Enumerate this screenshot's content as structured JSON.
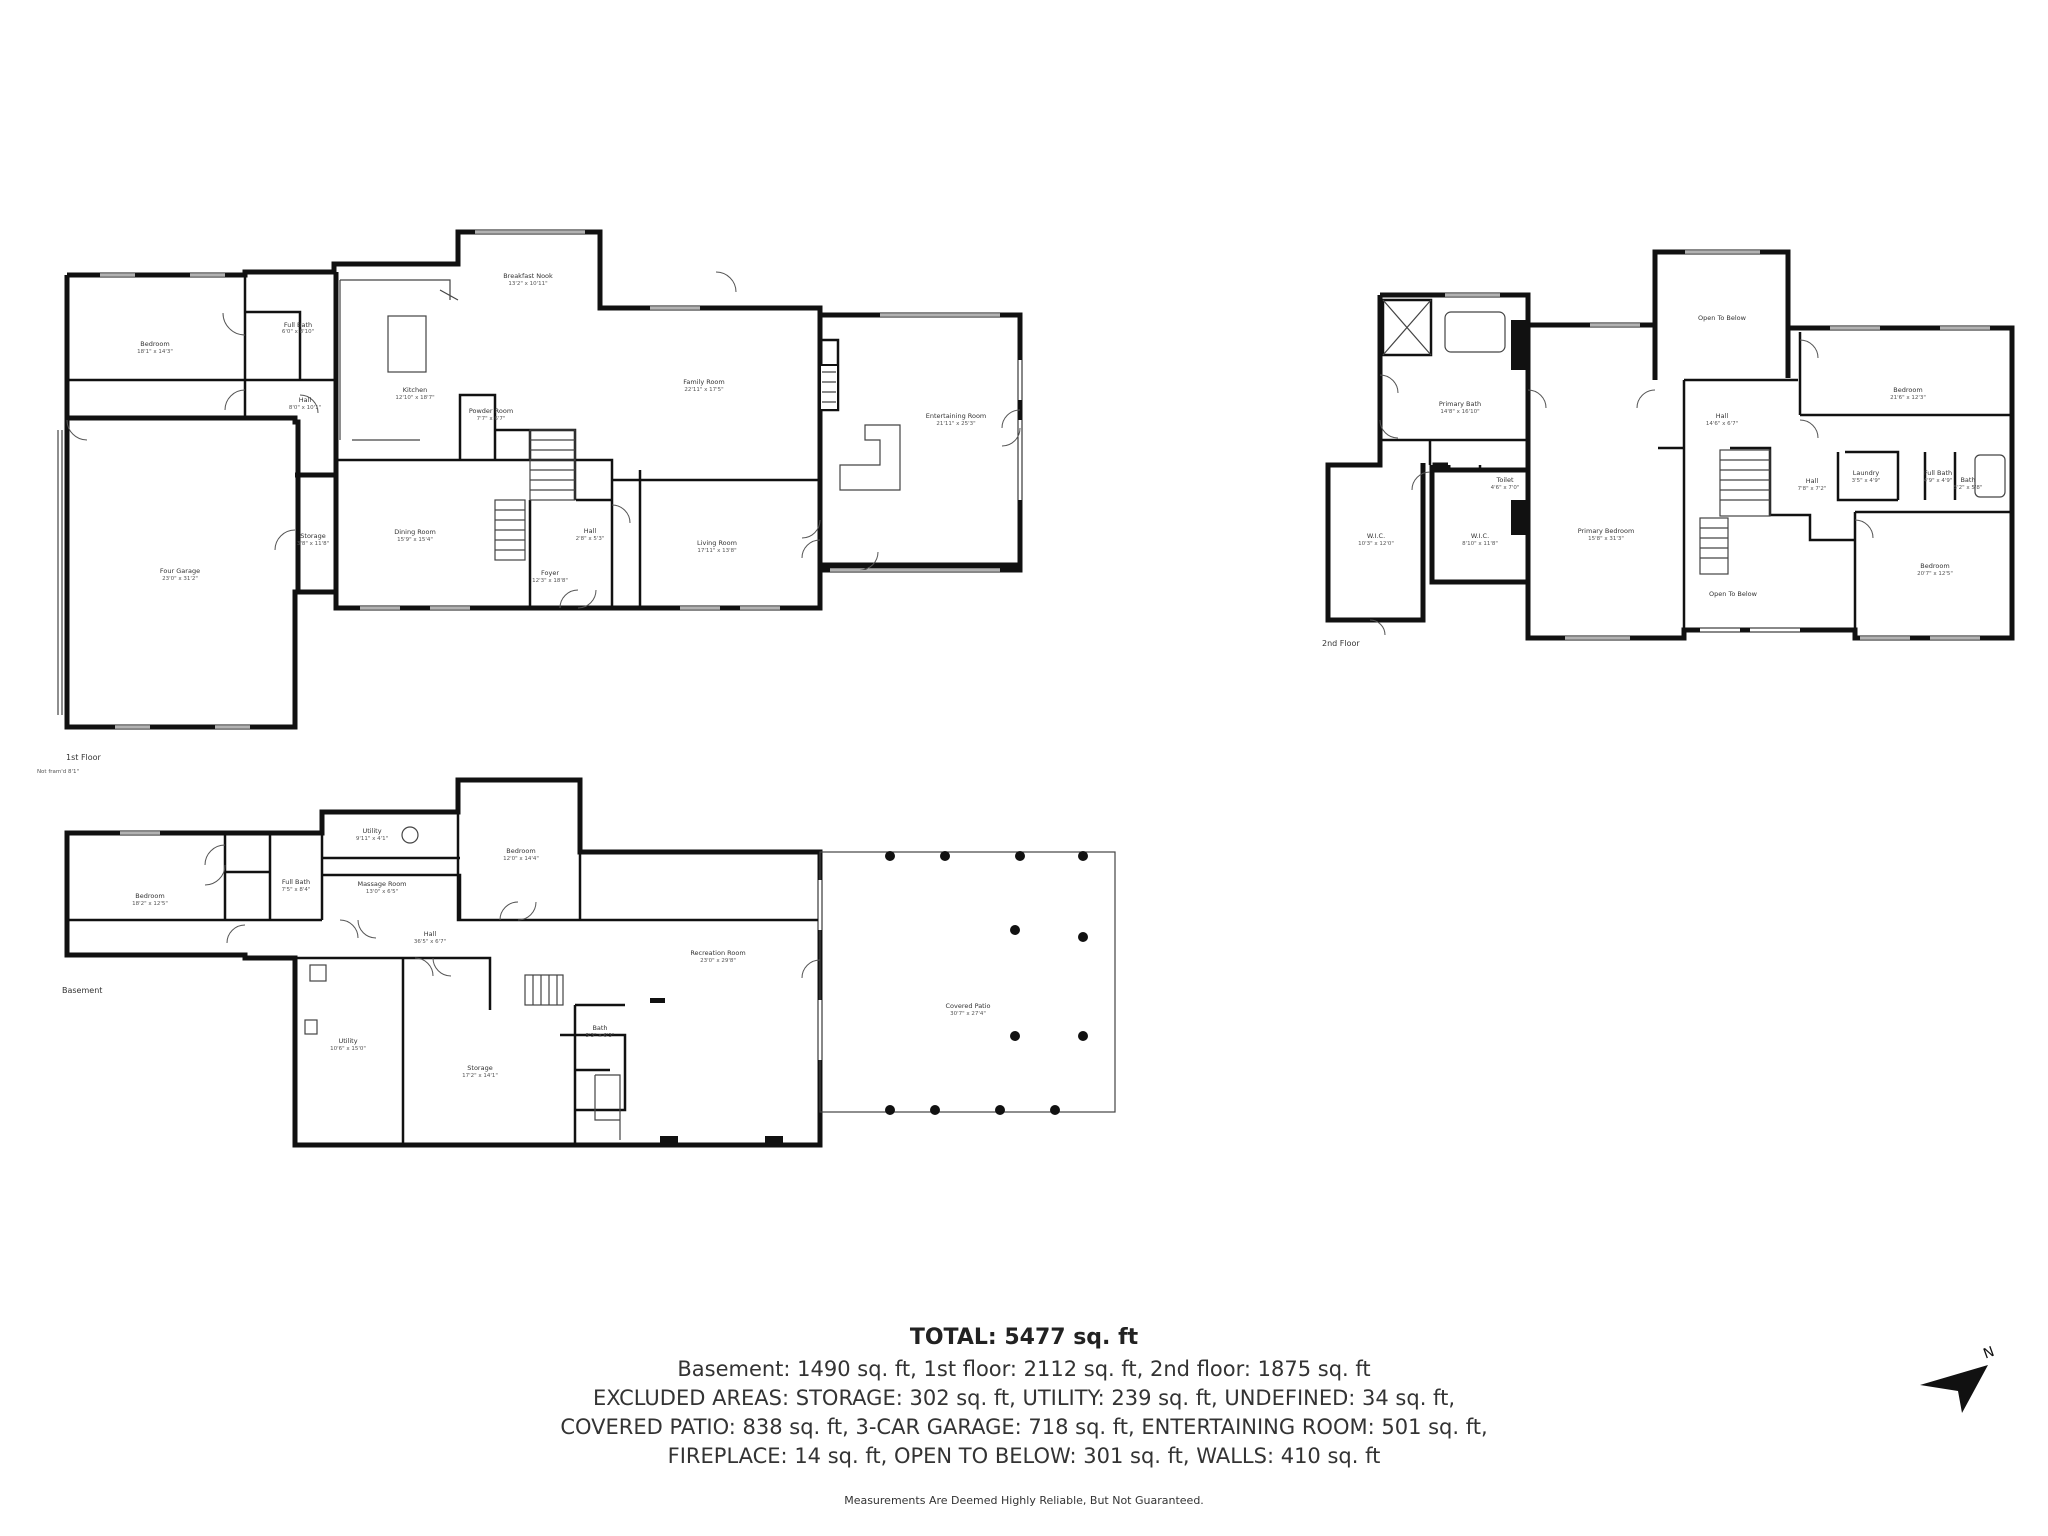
{
  "floors": {
    "first": {
      "label": "1st Floor",
      "note": "Not fram'd 8'1\"",
      "rooms": [
        {
          "name": "Bedroom",
          "dims": "18'1\" x 14'3\""
        },
        {
          "name": "Full Bath",
          "dims": "6'0\" x 8'10\""
        },
        {
          "name": "Hall",
          "dims": "8'0\" x 10'1\""
        },
        {
          "name": "Kitchen",
          "dims": "12'10\" x 18'7\""
        },
        {
          "name": "Breakfast Nook",
          "dims": "13'2\" x 10'11\""
        },
        {
          "name": "Powder Room",
          "dims": "7'7\" x 6'7\""
        },
        {
          "name": "Family Room",
          "dims": "22'11\" x 17'5\""
        },
        {
          "name": "Entertaining Room",
          "dims": "21'11\" x 25'3\""
        },
        {
          "name": "Four Garage",
          "dims": "23'0\" x 31'2\""
        },
        {
          "name": "Storage",
          "dims": "3'8\" x 11'8\""
        },
        {
          "name": "Dining Room",
          "dims": "15'9\" x 15'4\""
        },
        {
          "name": "Foyer",
          "dims": "12'3\" x 18'8\""
        },
        {
          "name": "Hall",
          "dims": "2'8\" x 5'3\""
        },
        {
          "name": "Living Room",
          "dims": "17'11\" x 13'8\""
        }
      ]
    },
    "second": {
      "label": "2nd Floor",
      "rooms": [
        {
          "name": "Primary Bath",
          "dims": "14'8\" x 16'10\""
        },
        {
          "name": "W.I.C.",
          "dims": "10'3\" x 12'0\""
        },
        {
          "name": "Toilet",
          "dims": "4'6\" x 7'0\""
        },
        {
          "name": "W.I.C.",
          "dims": "8'10\" x 11'8\""
        },
        {
          "name": "Primary Bedroom",
          "dims": "15'8\" x 31'3\""
        },
        {
          "name": "Open To Below",
          "dims": ""
        },
        {
          "name": "Hall",
          "dims": "14'6\" x 6'7\""
        },
        {
          "name": "Bedroom",
          "dims": "21'6\" x 12'3\""
        },
        {
          "name": "Hall",
          "dims": "7'8\" x 7'2\""
        },
        {
          "name": "Laundry",
          "dims": "3'5\" x 4'9\""
        },
        {
          "name": "Full Bath",
          "dims": "4'9\" x 4'9\""
        },
        {
          "name": "Bath",
          "dims": "5'2\" x 5'8\""
        },
        {
          "name": "Bedroom",
          "dims": "20'7\" x 12'5\""
        },
        {
          "name": "Open To Below",
          "dims": ""
        }
      ]
    },
    "basement": {
      "label": "Basement",
      "rooms": [
        {
          "name": "Bedroom",
          "dims": "18'2\" x 12'5\""
        },
        {
          "name": "Full Bath",
          "dims": "7'5\" x 8'4\""
        },
        {
          "name": "Utility",
          "dims": "9'11\" x 4'1\""
        },
        {
          "name": "Massage Room",
          "dims": "13'0\" x 6'5\""
        },
        {
          "name": "Bedroom",
          "dims": "12'0\" x 14'4\""
        },
        {
          "name": "Hall",
          "dims": "36'5\" x 6'7\""
        },
        {
          "name": "Recreation Room",
          "dims": "23'0\" x 29'8\""
        },
        {
          "name": "Covered Patio",
          "dims": "30'7\" x 27'4\""
        },
        {
          "name": "Utility",
          "dims": "10'6\" x 15'0\""
        },
        {
          "name": "Storage",
          "dims": "17'2\" x 14'1\""
        },
        {
          "name": "Bath",
          "dims": "5'3\" x 6'3\""
        }
      ]
    }
  },
  "summary": {
    "total": "TOTAL: 5477 sq. ft",
    "lines": [
      "Basement: 1490 sq. ft, 1st floor: 2112 sq. ft, 2nd floor: 1875 sq. ft",
      "EXCLUDED AREAS: STORAGE: 302 sq. ft, UTILITY: 239 sq. ft, UNDEFINED: 34 sq. ft,",
      "COVERED PATIO: 838 sq. ft, 3-CAR GARAGE: 718 sq. ft, ENTERTAINING ROOM: 501 sq. ft,",
      "FIREPLACE: 14 sq. ft, OPEN TO BELOW: 301 sq. ft, WALLS: 410 sq. ft"
    ],
    "disclaimer": "Measurements Are Deemed Highly Reliable, But Not Guaranteed."
  },
  "compass": {
    "label": "N"
  }
}
